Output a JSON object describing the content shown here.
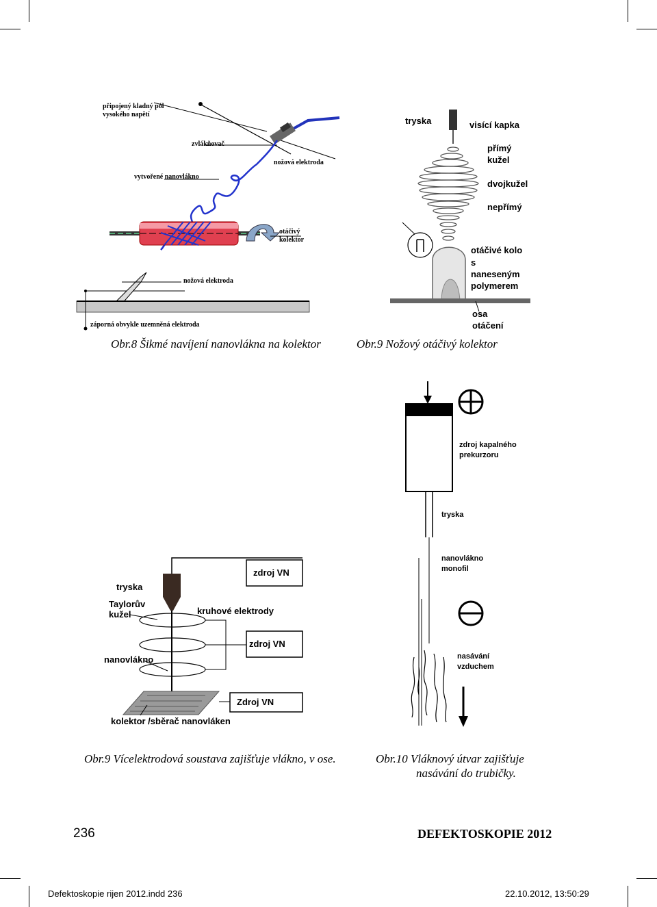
{
  "fig8": {
    "labels": {
      "pole": "připojený kladný pól",
      "pole2": "vysokého napětí",
      "spinner": "zvlákňovač",
      "knife_top": "nožová elektroda",
      "nanofiber": "vytvořené nanovlákno",
      "rot1": "otáčivý",
      "rot2": "kolektor",
      "knife_bottom": "nožová elektroda",
      "ground": "záporná obvykle uzemněná elektroda"
    },
    "caption": "Obr.8 Šikmé navíjení nanovlákna na kolektor"
  },
  "fig9a": {
    "labels": {
      "jet": "tryska",
      "drop": "visící kapka",
      "direct1": "přímý",
      "direct2": "kužel",
      "double": "dvojkužel",
      "indirect": "nepřímý",
      "wheel1": "otáčivé kolo",
      "wheel2": "s",
      "wheel3": "naneseným",
      "wheel4": "polymerem",
      "axis1": "osa",
      "axis2": "otáčení"
    },
    "caption": "Obr.9 Nožový otáčivý kolektor"
  },
  "fig9b": {
    "labels": {
      "hv1": "zdroj VN",
      "jet": "tryska",
      "taylor1": "Taylorův",
      "taylor2": "kužel",
      "rings": "kruhové elektrody",
      "hv2": "zdroj VN",
      "nanofiber": "nanovlákno",
      "hv3": "Zdroj VN",
      "collector": "kolektor /sběrač nanovláken"
    },
    "caption": "Obr.9 Vícelektrodová soustava zajišťuje vlákno, v ose."
  },
  "fig10": {
    "labels": {
      "source1": "zdroj kapalného",
      "source2": "prekurzoru",
      "jet": "tryska",
      "mono1": "nanovlákno",
      "mono2": "monofil",
      "suction1": "nasávání",
      "suction2": "vzduchem"
    },
    "caption1": "Obr.10 Vláknový útvar zajišťuje",
    "caption2": "nasávání do trubičky."
  },
  "page": {
    "number": "236",
    "journal": "DEFEKTOSKOPIE 2012"
  },
  "slug": {
    "file": "Defektoskopie rijen 2012.indd   236",
    "timestamp": "22.10.2012, 13:50:29"
  }
}
